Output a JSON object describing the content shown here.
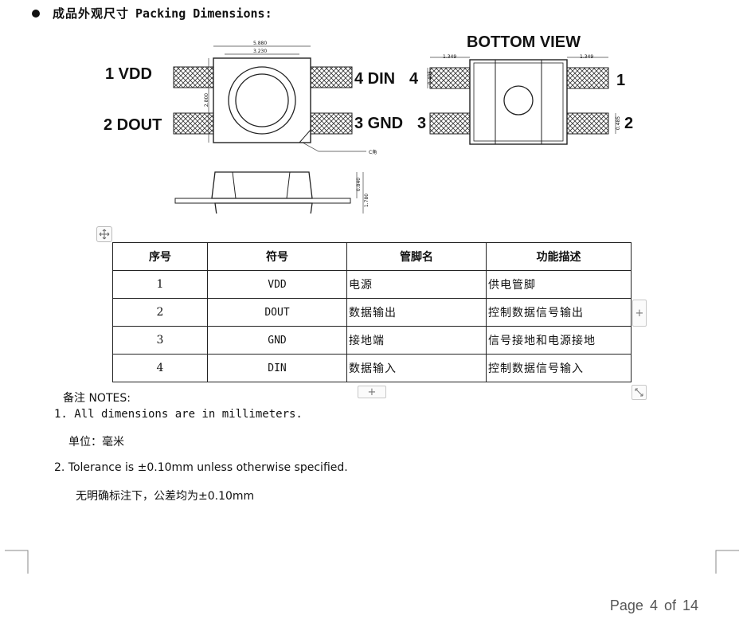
{
  "heading": {
    "title_cn": "成品外观尺寸",
    "title_en": "Packing Dimensions:"
  },
  "diagram": {
    "top_view": {
      "pin1": "1 VDD",
      "pin2": "2 DOUT",
      "pin3": "3 GND",
      "pin4": "4 DIN",
      "dim_outer": "5.880",
      "dim_inner": "3.230",
      "dim_height": "2.800",
      "chamfer": "C角"
    },
    "bottom_view": {
      "title": "BOTTOM VIEW",
      "dim_left": "1.349",
      "dim_right": "1.349",
      "pad_h_left": "0.485",
      "pad_h_right": "0.485",
      "num_4": "4",
      "num_1": "1",
      "num_3": "3",
      "num_2": "2"
    },
    "side_view": {
      "dim_a": "0.840",
      "dim_b": "1.780"
    }
  },
  "table": {
    "headers": [
      "序号",
      "符号",
      "管脚名",
      "功能描述"
    ],
    "rows": [
      [
        "1",
        "VDD",
        "电源",
        "供电管脚"
      ],
      [
        "2",
        "DOUT",
        "数据输出",
        "控制数据信号输出"
      ],
      [
        "3",
        "GND",
        "接地端",
        "信号接地和电源接地"
      ],
      [
        "4",
        "DIN",
        "数据输入",
        "控制数据信号输入"
      ]
    ],
    "add_symbol": "+"
  },
  "notes": {
    "label": "备注 NOTES:",
    "line1": "1. All dimensions are in millimeters.",
    "line1_cn": "单位：毫米",
    "line2": "2. Tolerance is ±0.10mm  unless otherwise specified.",
    "line2_cn": "无明确标注下，公差均为±0.10mm"
  },
  "footer": {
    "page": "Page 4 of 14"
  }
}
